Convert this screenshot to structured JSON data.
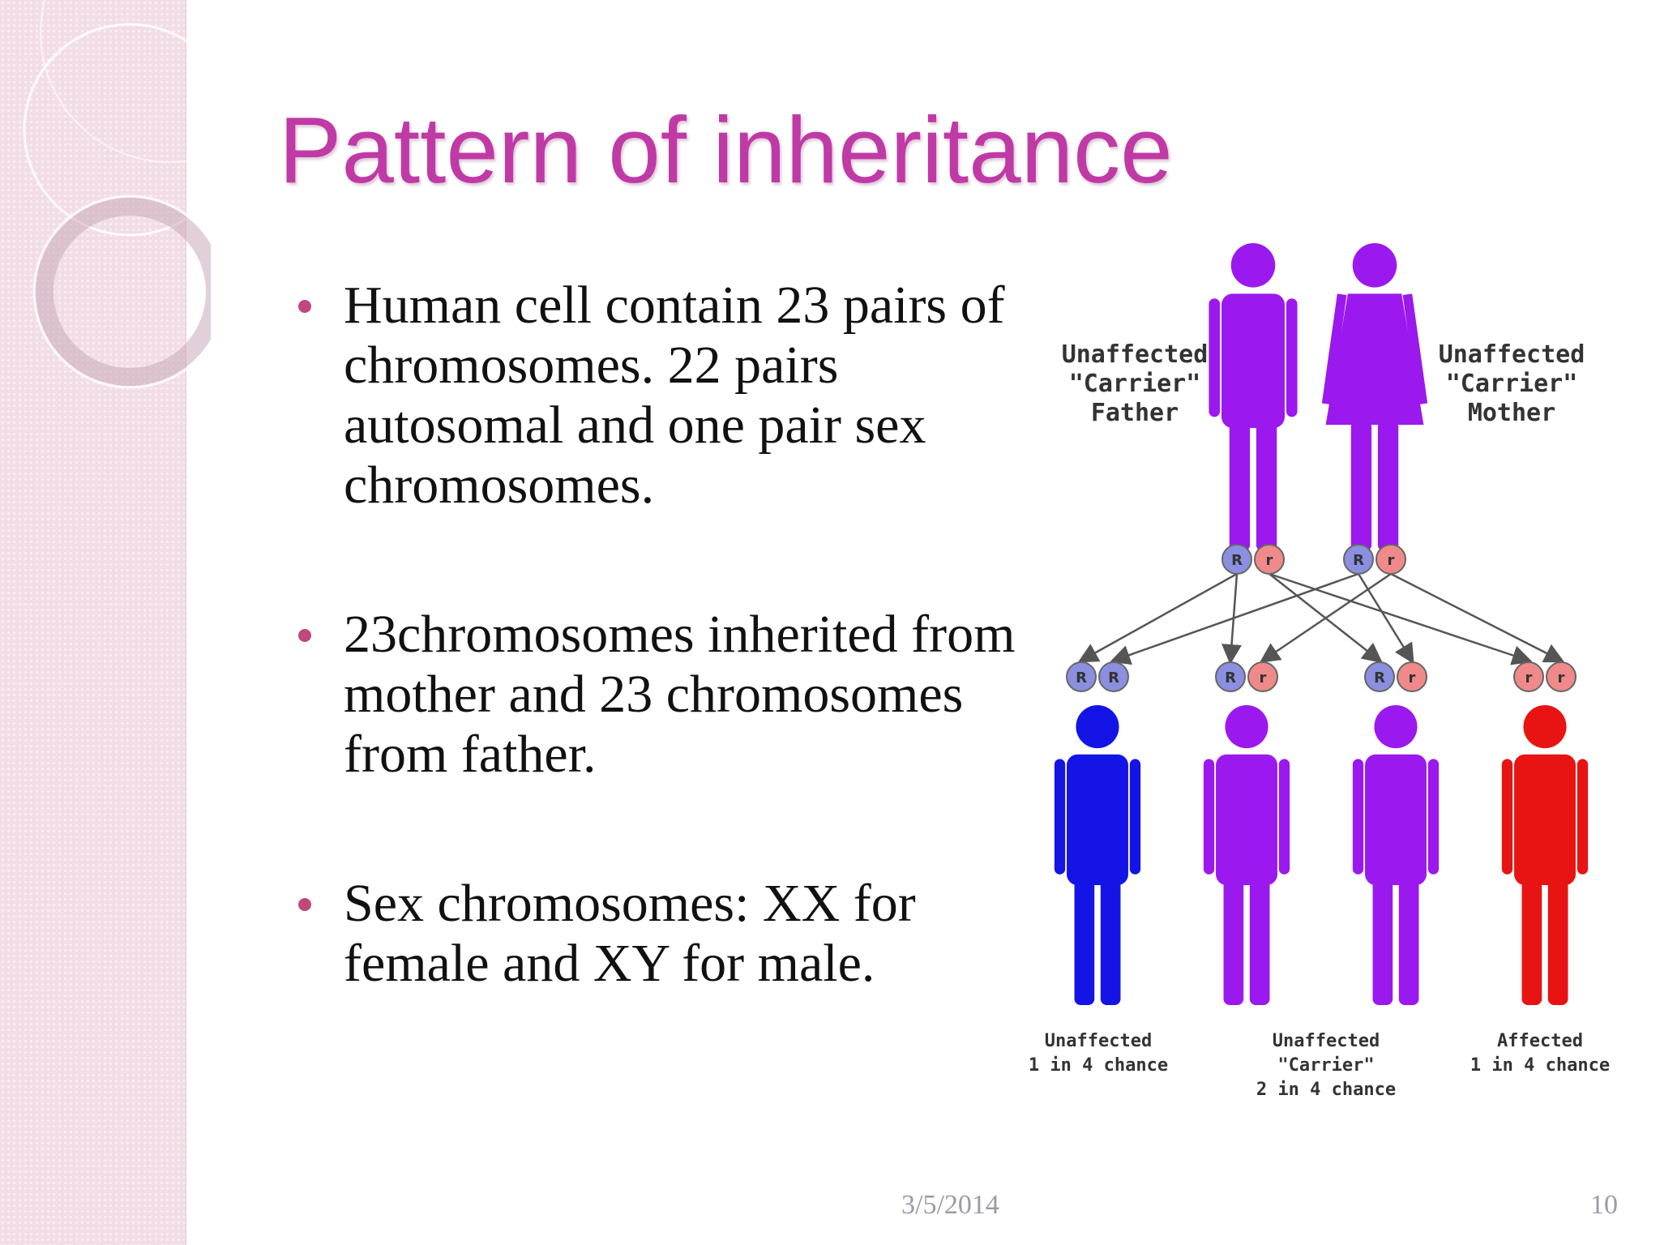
{
  "slide": {
    "title": "Pattern of inheritance",
    "bullets": [
      "Human cell contain 23 pairs of chromosomes. 22 pairs autosomal and one pair sex chromosomes.",
      "23chromosomes inherited from mother and 23 chromosomes from father.",
      "Sex chromosomes: XX for female and XY for male."
    ],
    "footer": {
      "date": "3/5/2014",
      "page": "10"
    }
  },
  "diagram": {
    "parents": [
      {
        "label": "Unaffected\n\"Carrier\"\nFather",
        "alleles": [
          "R",
          "r"
        ],
        "color": "#9b19ee"
      },
      {
        "label": "Unaffected\n\"Carrier\"\nMother",
        "alleles": [
          "R",
          "r"
        ],
        "color": "#9b19ee"
      }
    ],
    "children": [
      {
        "alleles": [
          "R",
          "R"
        ],
        "color": "#1414e6"
      },
      {
        "alleles": [
          "R",
          "r"
        ],
        "color": "#9b19ee"
      },
      {
        "alleles": [
          "R",
          "r"
        ],
        "color": "#9b19ee"
      },
      {
        "alleles": [
          "r",
          "r"
        ],
        "color": "#e81313"
      }
    ],
    "outcomes": [
      "Unaffected\n1 in 4 chance",
      "Unaffected \"Carrier\"\n2 in 4 chance",
      "Affected\n1 in 4 chance"
    ],
    "colors": {
      "dominant_allele": "#8b8fe0",
      "recessive_allele": "#f08a8a",
      "arrow": "#555555"
    }
  }
}
